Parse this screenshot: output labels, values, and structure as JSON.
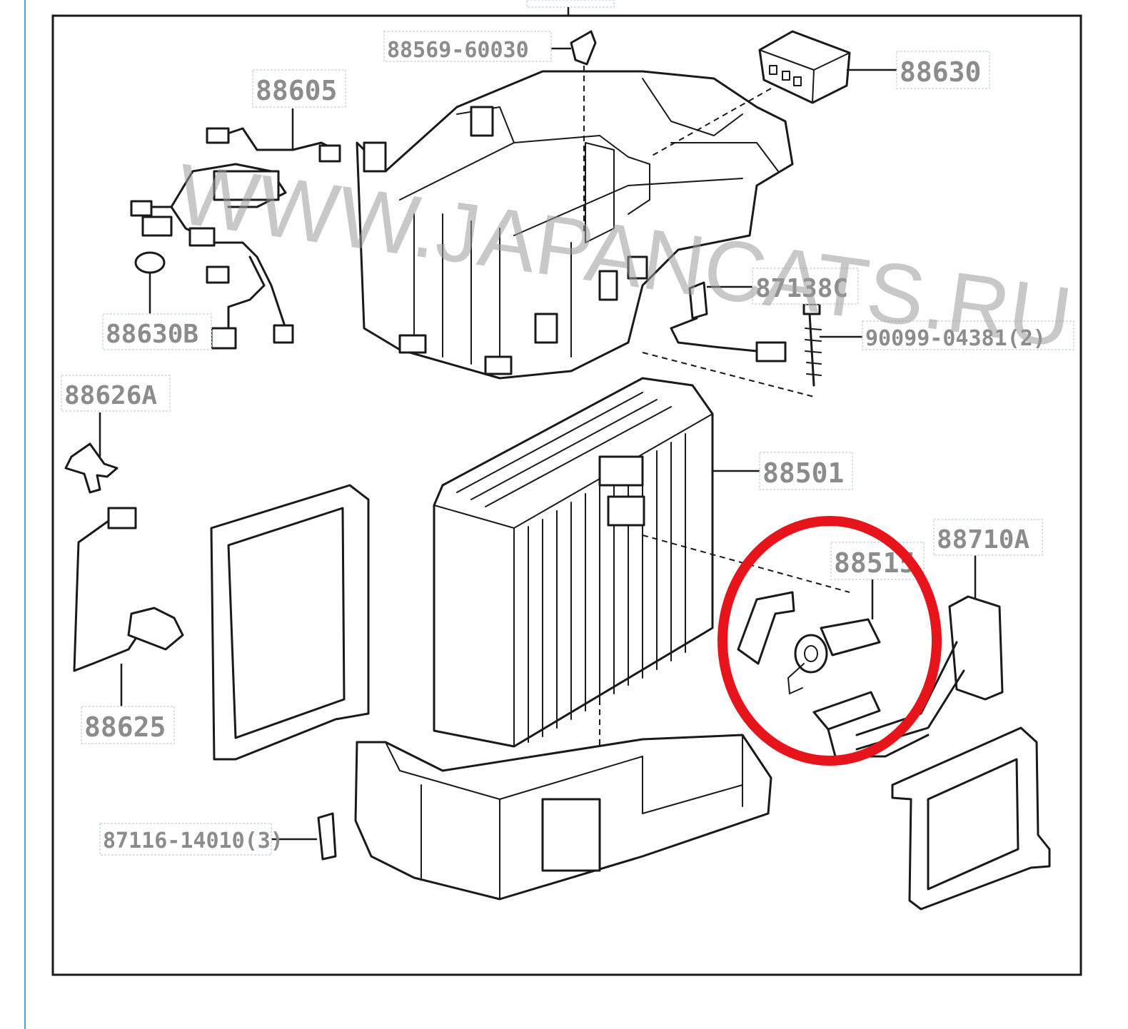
{
  "parts": {
    "p88569": "88569-60030",
    "p88605": "88605",
    "p88630": "88630",
    "p88630b": "88630B",
    "p87138c": "87138C",
    "p90099": "90099-04381(2)",
    "p88626a": "88626A",
    "p88501": "88501",
    "p88710a": "88710A",
    "p88515": "88515",
    "p88625": "88625",
    "p87116": "87116-14010(3)"
  },
  "watermark": "WWW.JAPANCATS.RU",
  "colors": {
    "label_text": "#8c8c8c",
    "line_art": "#1a1a1a",
    "highlight_circle": "#e8141c",
    "left_rule": "#4aa8d8"
  }
}
